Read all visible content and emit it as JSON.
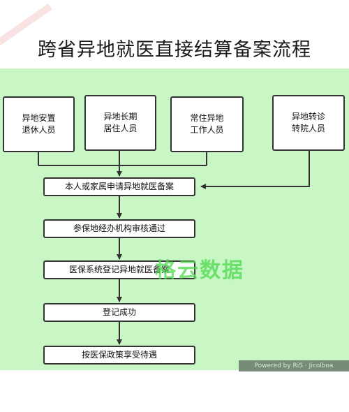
{
  "title": "跨省异地就医直接结算备案流程",
  "sources": [
    {
      "line1": "异地安置",
      "line2": "退休人员"
    },
    {
      "line1": "异地长期",
      "line2": "居住人员"
    },
    {
      "line1": "常住异地",
      "line2": "工作人员"
    },
    {
      "line1": "异地转诊",
      "line2": "转院人员"
    }
  ],
  "steps": [
    "本人或家属申请异地就医备案",
    "参保地经办机构审核通过",
    "医保系统登记异地就医备案",
    "登记成功",
    "按医保政策享受待遇"
  ],
  "watermark": "格云数据",
  "footer_text": "Powered by RiS · Jicolboa"
}
